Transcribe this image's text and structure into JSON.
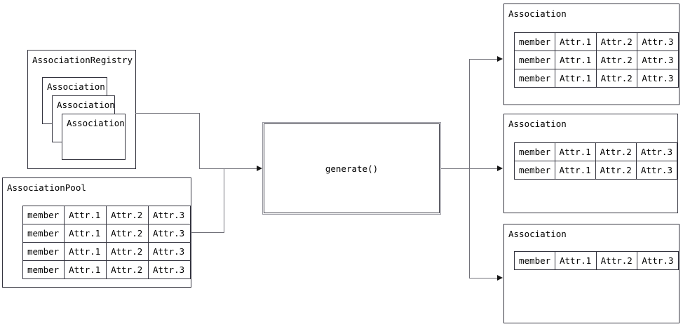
{
  "registry": {
    "title": "AssociationRegistry",
    "items": [
      {
        "label": "Association"
      },
      {
        "label": "Association"
      },
      {
        "label": "Association"
      }
    ]
  },
  "pool": {
    "title": "AssociationPool",
    "row_count": 4
  },
  "process": {
    "label": "generate()"
  },
  "outputs": [
    {
      "title": "Association",
      "row_count": 3
    },
    {
      "title": "Association",
      "row_count": 2
    },
    {
      "title": "Association",
      "row_count": 1
    }
  ],
  "table_row_cells": [
    "member",
    "Attr.1",
    "Attr.2",
    "Attr.3"
  ],
  "colors": {
    "background": "#ffffff",
    "box_border": "#34343f",
    "connector_line": "#72727a",
    "arrowhead": "#161616",
    "text": "#000000"
  }
}
